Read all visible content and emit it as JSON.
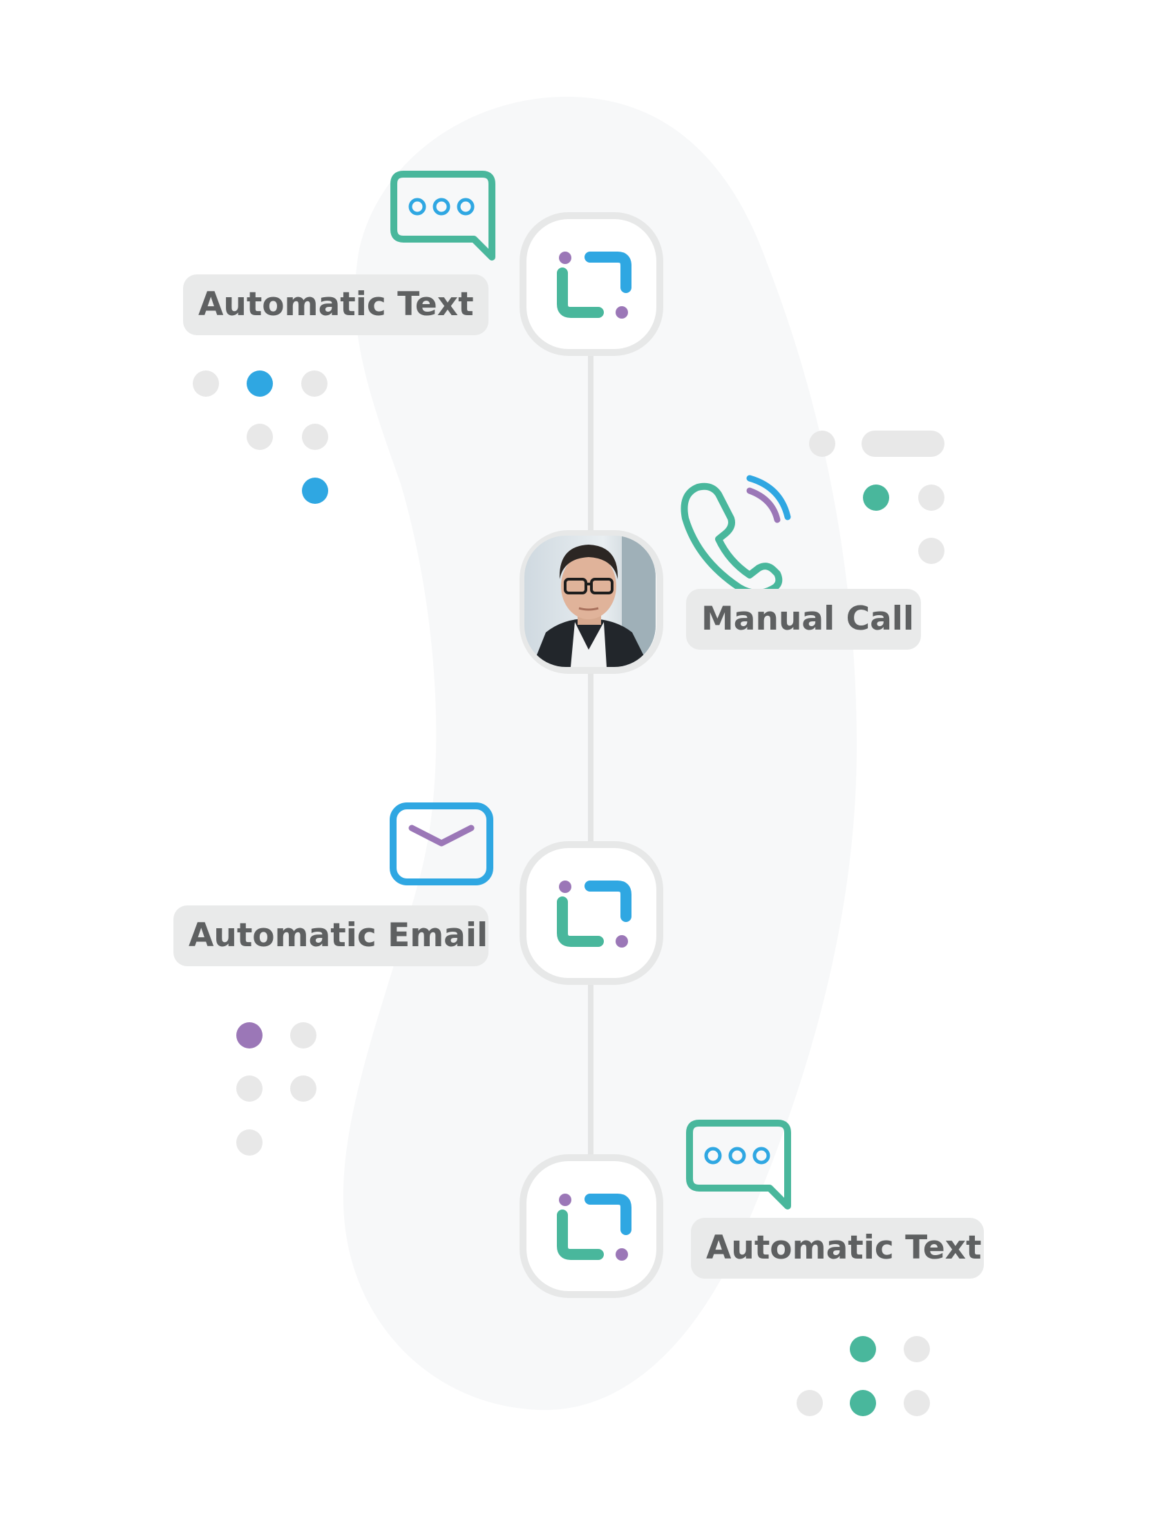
{
  "steps": [
    {
      "label": "Automatic Text",
      "icon": "message-bubble-icon"
    },
    {
      "label": "Manual Call",
      "icon": "phone-call-icon"
    },
    {
      "label": "Automatic Email",
      "icon": "envelope-icon"
    },
    {
      "label": "Automatic Text",
      "icon": "message-bubble-icon"
    }
  ],
  "colors": {
    "teal": "#49b79c",
    "blue": "#2fa7e2",
    "purple": "#9b77b7",
    "node_border": "#e7e8e8",
    "label_bg": "#e9eaea",
    "label_text": "#5e6061",
    "blob": "#f7f8f9",
    "dot_grey": "#e8e8e8"
  }
}
